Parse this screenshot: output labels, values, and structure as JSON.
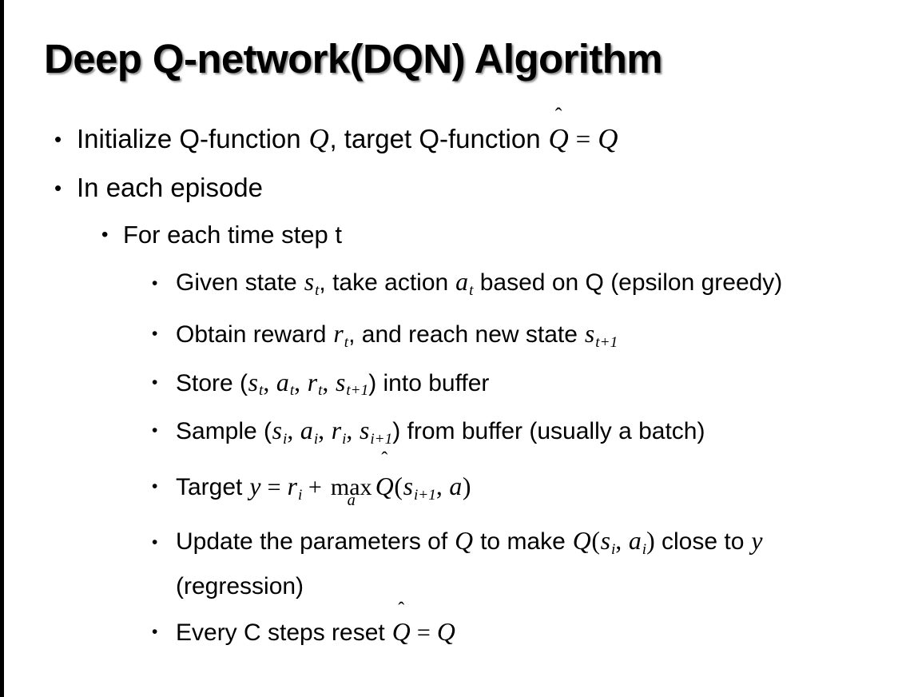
{
  "slide": {
    "title": "Deep Q-network(DQN) Algorithm",
    "background_color": "#ffffff",
    "text_color": "#000000",
    "edge_rule_color": "#000000",
    "bullet_glyph": "•"
  },
  "content": {
    "l1_initialize": {
      "pre": "Initialize Q-function ",
      "var_q1": "Q",
      "mid": ", target Q-function ",
      "hat": "̂",
      "var_qhat": "Q",
      "equals": " = ",
      "var_q2": "Q"
    },
    "l1_in_each_episode": "In each episode",
    "l2_for_each_time_step": "For each time step t",
    "l3_given_state": {
      "pre": "Given state ",
      "var_s": "s",
      "sub_t": "t",
      "mid": ", take action ",
      "var_a": "a",
      "sub_t2": "t",
      "post": " based on Q (epsilon greedy)"
    },
    "l3_obtain_reward": {
      "pre": "Obtain reward ",
      "var_r": "r",
      "sub_t": "t",
      "mid": ", and reach new state ",
      "var_s": "s",
      "sub_t1": "t+1"
    },
    "l3_store": {
      "pre": "Store (",
      "var_s1": "s",
      "sub_t1": "t",
      "c1": ", ",
      "var_a": "a",
      "sub_t2": "t",
      "c2": ", ",
      "var_r": "r",
      "sub_t3": "t",
      "c3": ", ",
      "var_s2": "s",
      "sub_t4": "t+1",
      "post": ") into buffer"
    },
    "l3_sample": {
      "pre": "Sample (",
      "var_s1": "s",
      "sub_i1": "i",
      "c1": ", ",
      "var_a": "a",
      "sub_i2": "i",
      "c2": ", ",
      "var_r": "r",
      "sub_i3": "i",
      "c3": ", ",
      "var_s2": "s",
      "sub_i4": "i+1",
      "post": ") from buffer (usually a batch)"
    },
    "l3_target": {
      "pre": "Target ",
      "var_y": "y",
      "eq": " = ",
      "var_r": "r",
      "sub_i": "i",
      "plus": " + ",
      "max_label": "max",
      "max_sub": "a",
      "hat": "̂",
      "var_qhat": "Q",
      "open": "(",
      "var_s": "s",
      "sub_i1": "i+1",
      "comma": ", ",
      "var_a": "a",
      "close": ")"
    },
    "l3_update": {
      "pre": "Update the parameters of ",
      "var_q1": "Q",
      "mid": " to make ",
      "var_q2": "Q",
      "open": "(",
      "var_s": "s",
      "sub_i1": "i",
      "comma": ", ",
      "var_a": "a",
      "sub_i2": "i",
      "close": ")",
      "post": " close to ",
      "var_y": "y",
      "tail": " (regression)"
    },
    "l3_every_c_steps": {
      "pre": "Every C steps reset ",
      "hat": "̂",
      "var_qhat": "Q",
      "eq": " = ",
      "var_q": "Q"
    }
  }
}
